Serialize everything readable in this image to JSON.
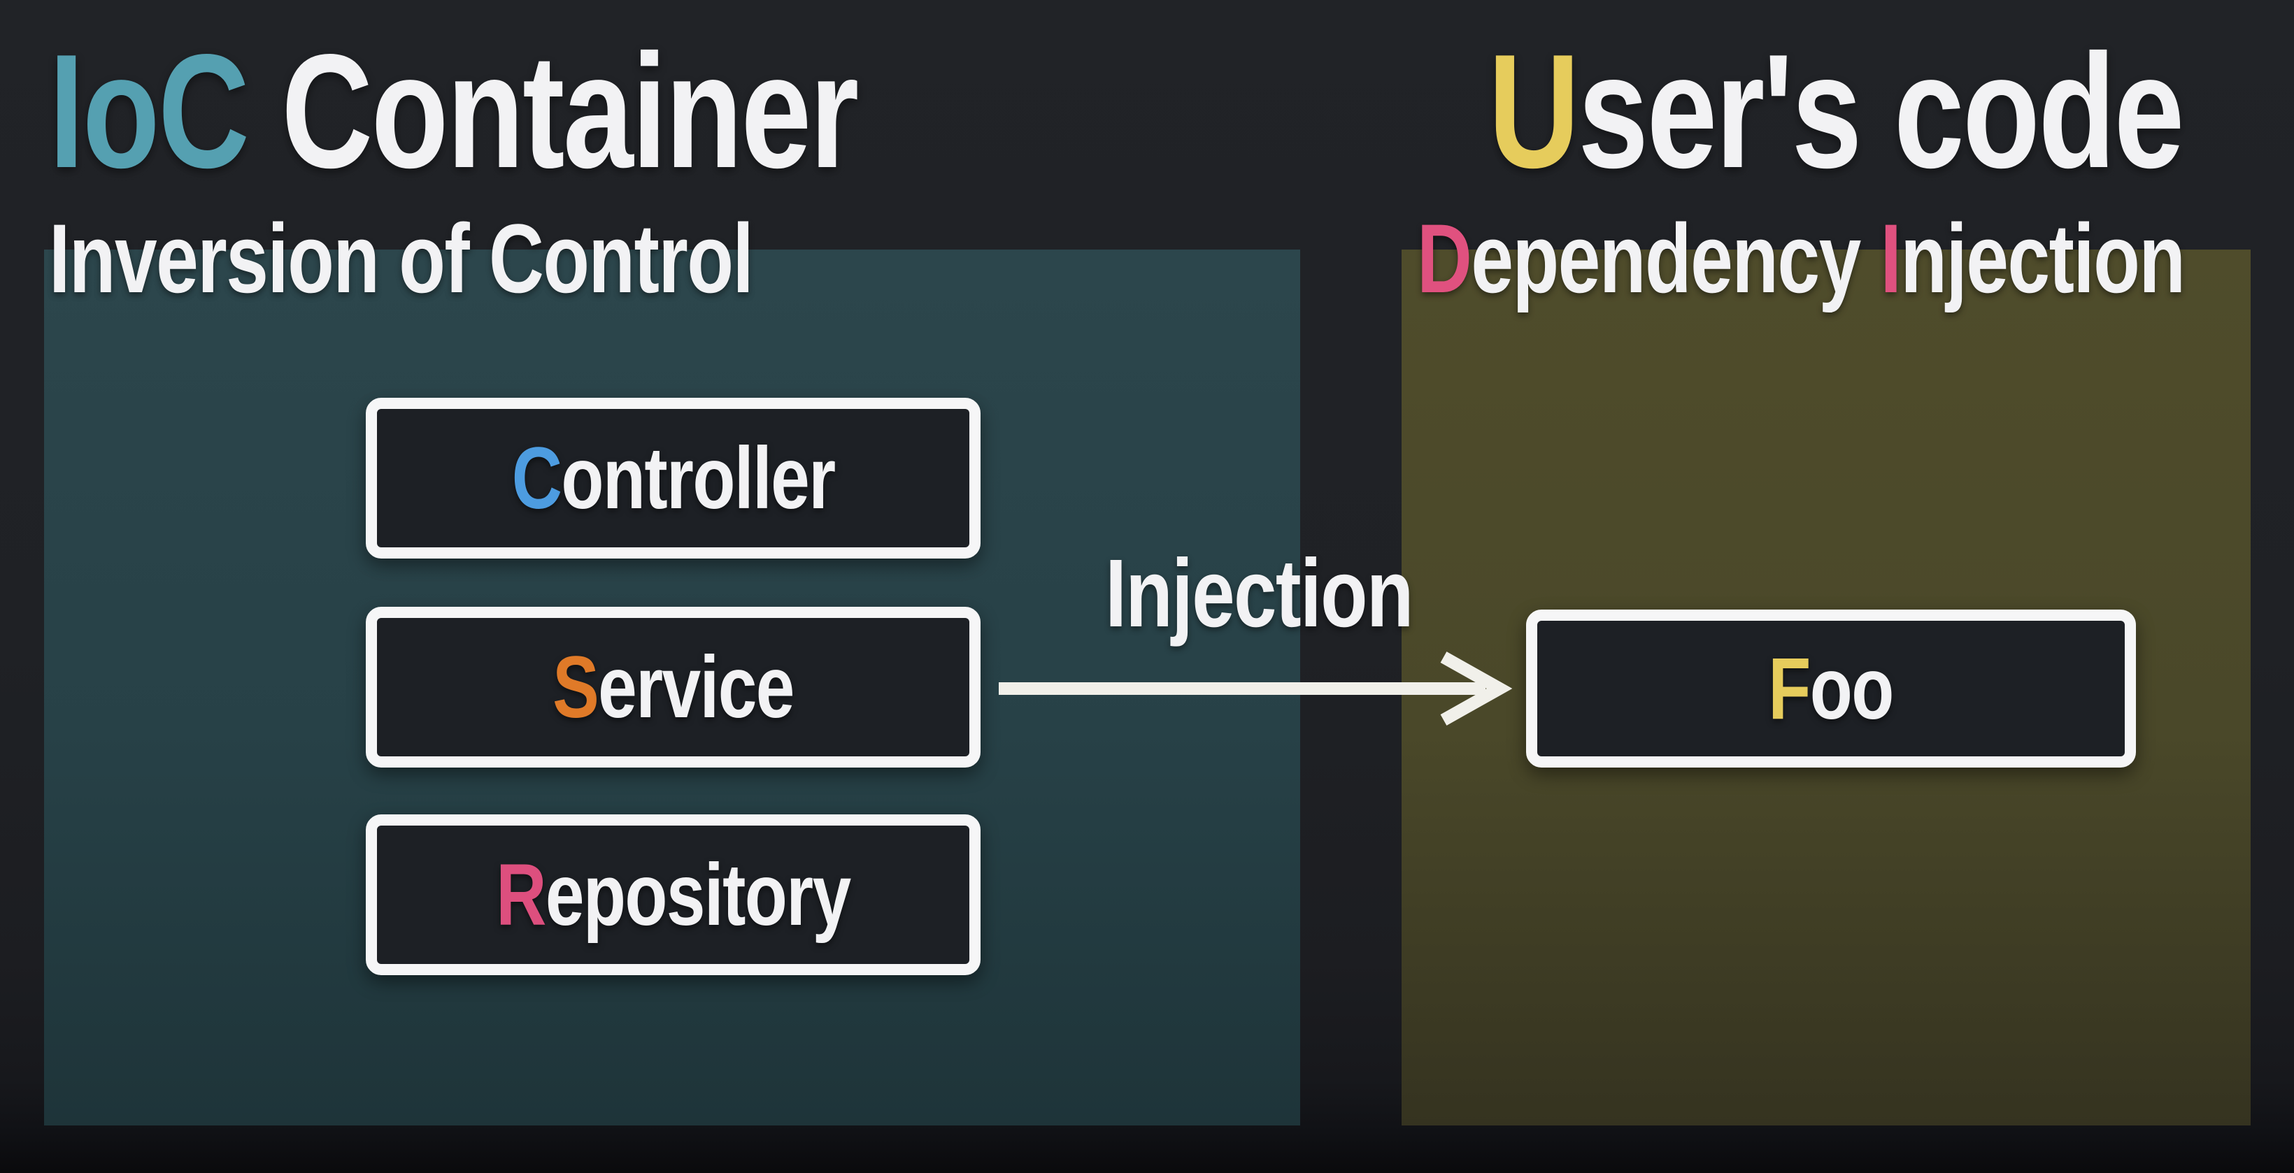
{
  "theme": {
    "background_top": "#212327",
    "background_bottom": "#0a0a0c",
    "ioc_panel_top": "#2c464c",
    "ioc_panel_bottom": "#1e3439",
    "user_panel_top": "#4f4c2b",
    "user_panel_bottom": "#353320",
    "box_fill": "#1d2025",
    "box_border": "#f6f6f7",
    "text_primary": "#f2f2f4",
    "arrow": "#f1f0ea"
  },
  "ioc": {
    "title": {
      "accent": "IoC",
      "rest": " Container",
      "accent_color": "#55a0b1"
    },
    "subtitle": "Inversion of Control",
    "boxes": [
      {
        "accent": "C",
        "rest": "ontroller",
        "accent_color": "#4d9ce0"
      },
      {
        "accent": "S",
        "rest": "ervice",
        "accent_color": "#e07a28"
      },
      {
        "accent": "R",
        "rest": "epository",
        "accent_color": "#dd4f7e"
      }
    ]
  },
  "user": {
    "title": {
      "accent": "U",
      "rest": "ser's code",
      "accent_color": "#e6cc5c"
    },
    "subtitle": {
      "segments": [
        {
          "text": "D",
          "color": "#e0517f"
        },
        {
          "text": "ependency ",
          "color": "#f2f2f4"
        },
        {
          "text": "I",
          "color": "#e0517f"
        },
        {
          "text": "njection",
          "color": "#f2f2f4"
        }
      ]
    },
    "boxes": [
      {
        "accent": "F",
        "rest": "oo",
        "accent_color": "#e6cc5c"
      }
    ]
  },
  "arrow": {
    "label": "Injection"
  }
}
